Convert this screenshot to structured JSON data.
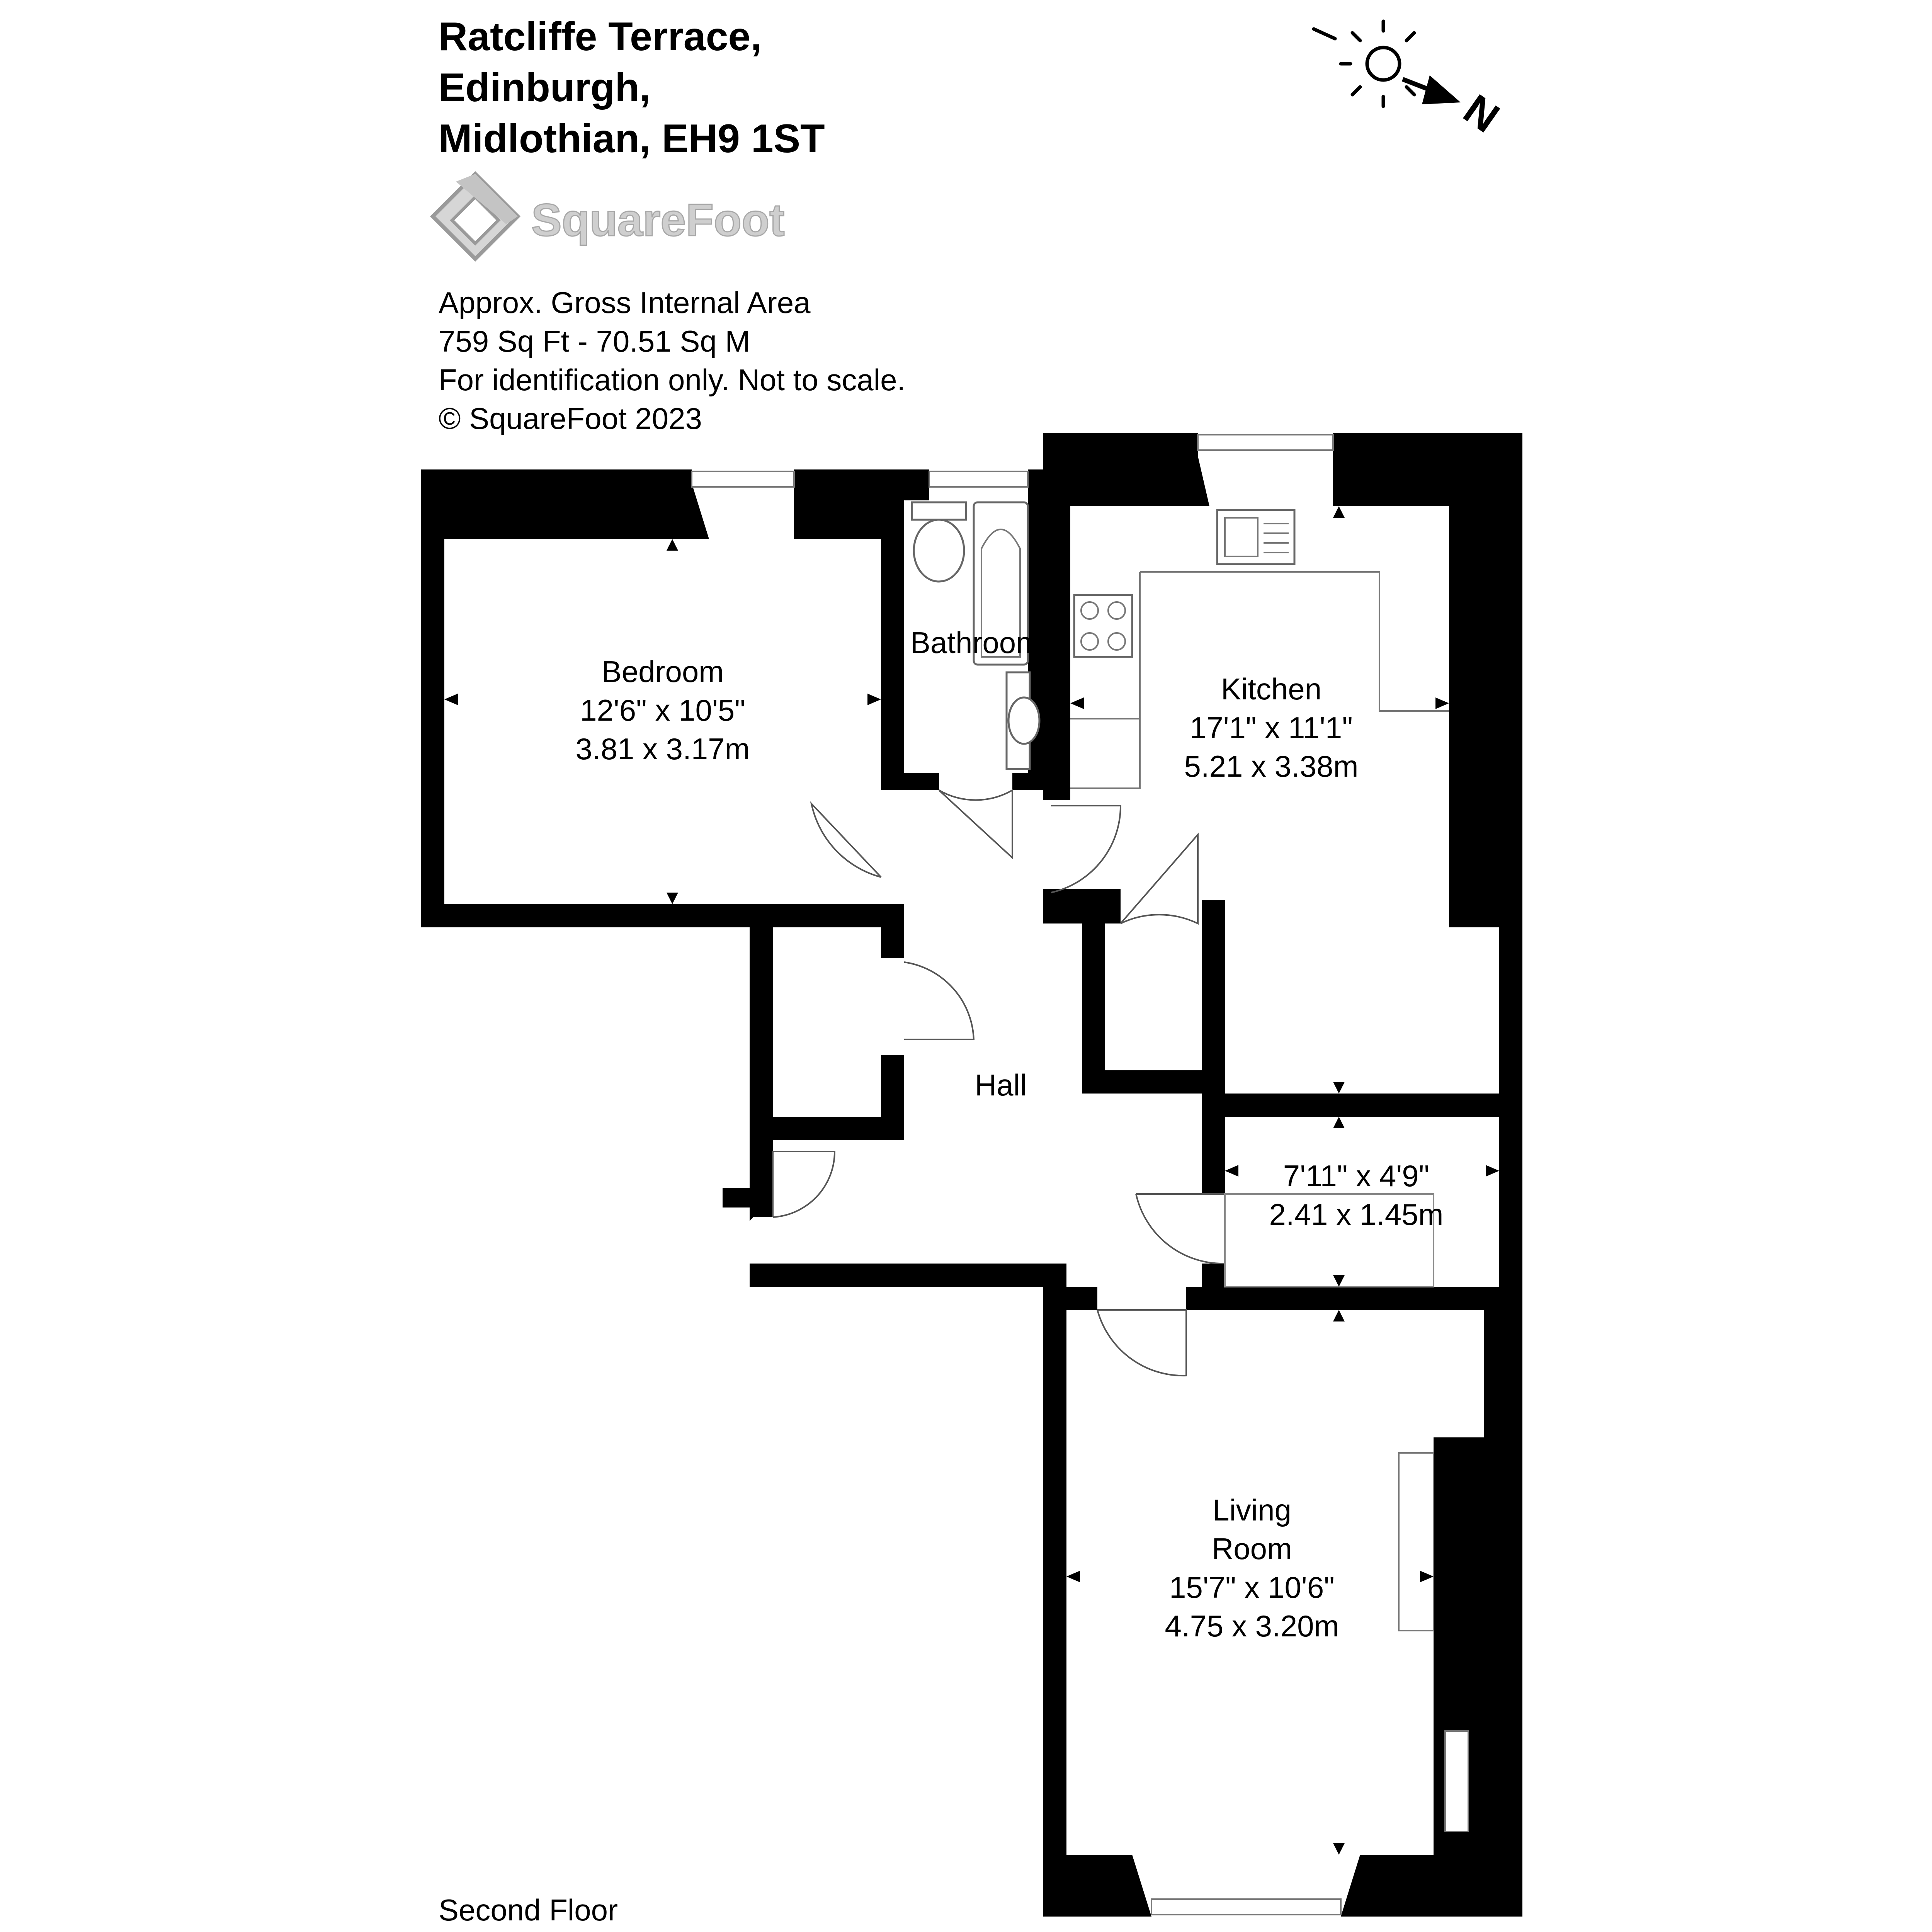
{
  "header": {
    "address_lines": [
      "Ratcliffe Terrace,",
      "Edinburgh,",
      "Midlothian, EH9 1ST"
    ],
    "logo_text": "SquareFoot"
  },
  "area_info": {
    "lines": [
      "Approx. Gross Internal Area",
      "759 Sq Ft  -  70.51 Sq M",
      "For identification only. Not to scale.",
      "© SquareFoot 2023"
    ]
  },
  "compass": {
    "direction_label": "N",
    "icon": "sun-compass-icon"
  },
  "rooms": {
    "bedroom": {
      "name": "Bedroom",
      "imperial": "12'6\" x 10'5\"",
      "metric": "3.81 x 3.17m"
    },
    "bathroom": {
      "name": "Bathroom"
    },
    "kitchen": {
      "name": "Kitchen",
      "imperial": "17'1\" x 11'1\"",
      "metric": "5.21 x 3.38m"
    },
    "hall": {
      "name": "Hall"
    },
    "store": {
      "imperial": "7'11\" x 4'9\"",
      "metric": "2.41 x 1.45m"
    },
    "living": {
      "name_line1": "Living",
      "name_line2": "Room",
      "imperial": "15'7\" x 10'6\"",
      "metric": "4.75 x 3.20m"
    }
  },
  "floor_label": "Second Floor",
  "colors": {
    "wall": "#000000",
    "fixture_stroke": "#666666",
    "logo_grey": "#bfbfbf"
  }
}
